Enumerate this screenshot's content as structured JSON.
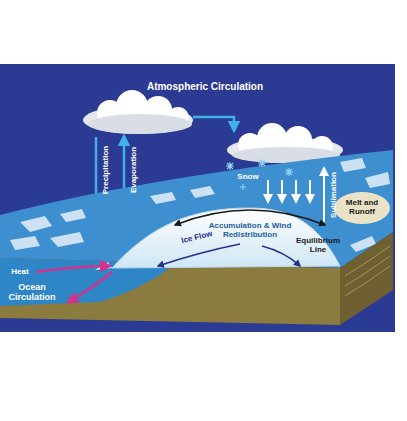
{
  "diagram": {
    "labels": [
      "Atmospheric Circulation",
      "Precipitation",
      "Evaporation",
      "Snow",
      "Sublimation",
      "Accumulation & Wind Redistribution",
      "Ice Flow",
      "Equilibrium Line",
      "Melt and Runoff",
      "Heat",
      "Ocean Circulation"
    ]
  }
}
